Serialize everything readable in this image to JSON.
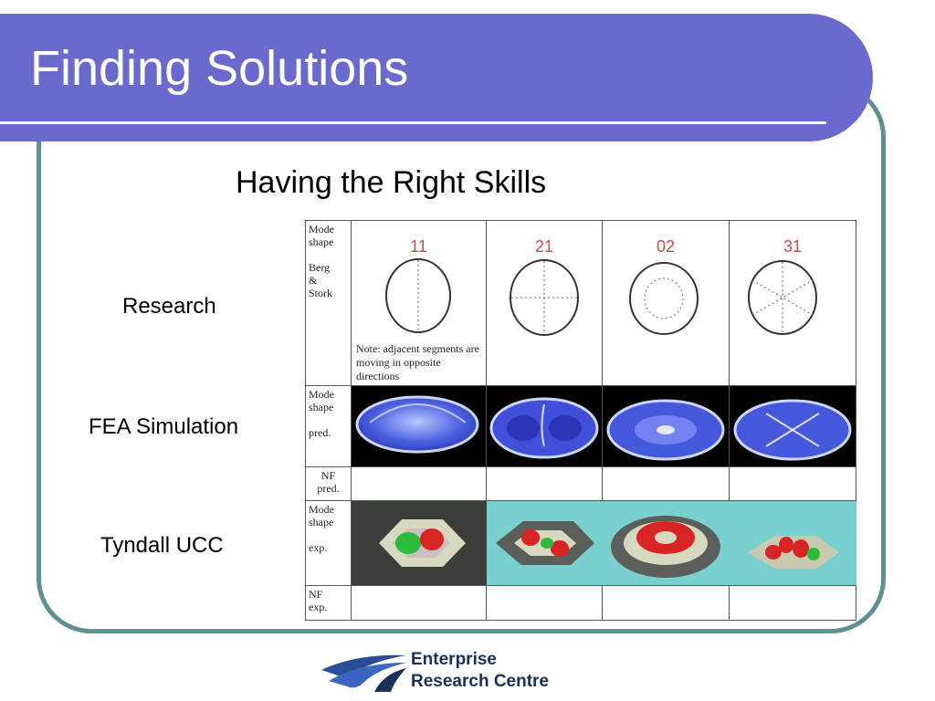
{
  "slide": {
    "title": "Finding Solutions",
    "subtitle": "Having the Right Skills"
  },
  "rows": {
    "research": "Research",
    "fea": "FEA Simulation",
    "tyndall": "Tyndall  UCC"
  },
  "table": {
    "row1_header": "Mode\nshape\n\nBerg\n&\nStork",
    "row2_header": "Mode\nshape\n\npred.",
    "row3_header": "NF\npred.",
    "row4_header": "Mode\nshape\n\nexp.",
    "row5_header": "NF\nexp.",
    "modes": [
      "11",
      "21",
      "02",
      "31"
    ],
    "note": "Note: adjacent segments are moving in opposite directions"
  },
  "logo": {
    "line1": "Enterprise",
    "line2": "Research Centre"
  },
  "colors": {
    "title_band": "#6a6acc",
    "frame": "#5f8f8f",
    "mode_number": "#c84a4a",
    "logo_text": "#1a2f5a"
  }
}
